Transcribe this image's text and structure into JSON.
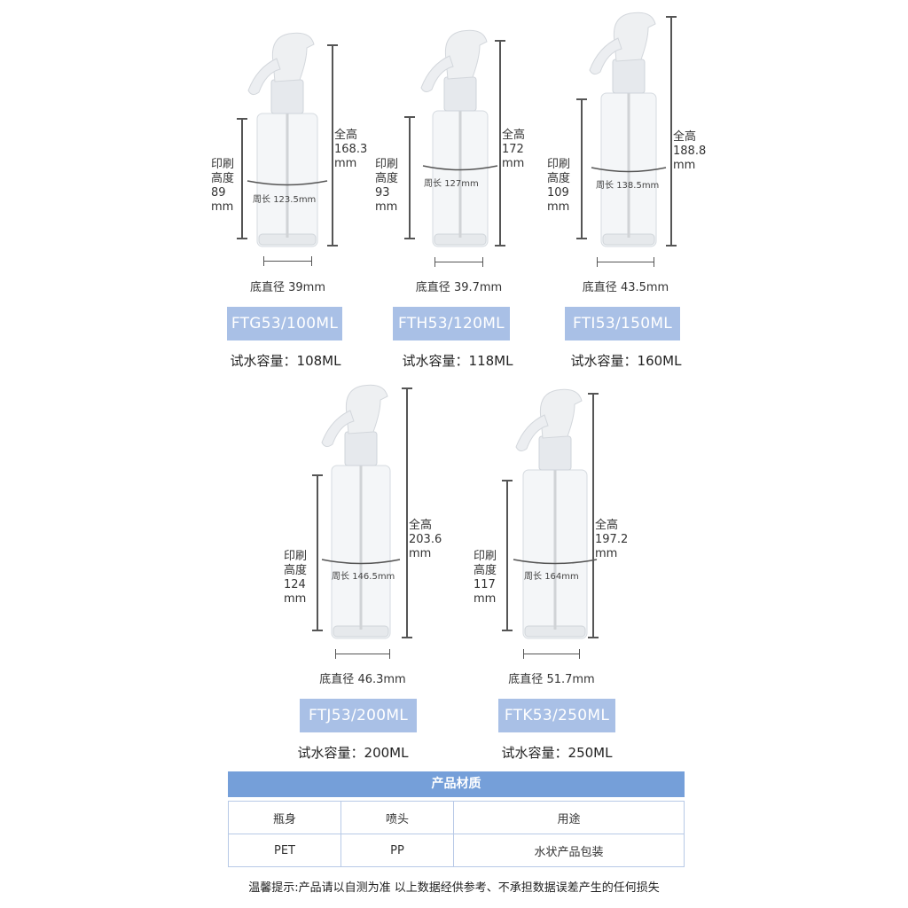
{
  "labels": {
    "total_height": "全高",
    "print_height": "印刷\n高度",
    "unit": "mm",
    "circumference": "周长",
    "base_diameter": "底直径",
    "test_capacity": "试水容量："
  },
  "products": [
    {
      "model": "FTG53/100ML",
      "total_height": "168.3",
      "print_height": "89",
      "circumference": "123.5mm",
      "base_diameter": "39mm",
      "capacity": "108ML"
    },
    {
      "model": "FTH53/120ML",
      "total_height": "172",
      "print_height": "93",
      "circumference": "127mm",
      "base_diameter": "39.7mm",
      "capacity": "118ML"
    },
    {
      "model": "FTI53/150ML",
      "total_height": "188.8",
      "print_height": "109",
      "circumference": "138.5mm",
      "base_diameter": "43.5mm",
      "capacity": "160ML"
    },
    {
      "model": "FTJ53/200ML",
      "total_height": "203.6",
      "print_height": "124",
      "circumference": "146.5mm",
      "base_diameter": "46.3mm",
      "capacity": "200ML"
    },
    {
      "model": "FTK53/250ML",
      "total_height": "197.2",
      "print_height": "117",
      "circumference": "164mm",
      "base_diameter": "51.7mm",
      "capacity": "250ML"
    }
  ],
  "material_table": {
    "title": "产品材质",
    "headers": [
      "瓶身",
      "喷头",
      "用途"
    ],
    "row": [
      "PET",
      "PP",
      "水状产品包装"
    ]
  },
  "note": "温馨提示:产品请以自测为准  以上数据经供参考、不承担数据误差产生的任何损失",
  "colors": {
    "badge": "#a9c0e6",
    "table_header": "#759fd9"
  }
}
